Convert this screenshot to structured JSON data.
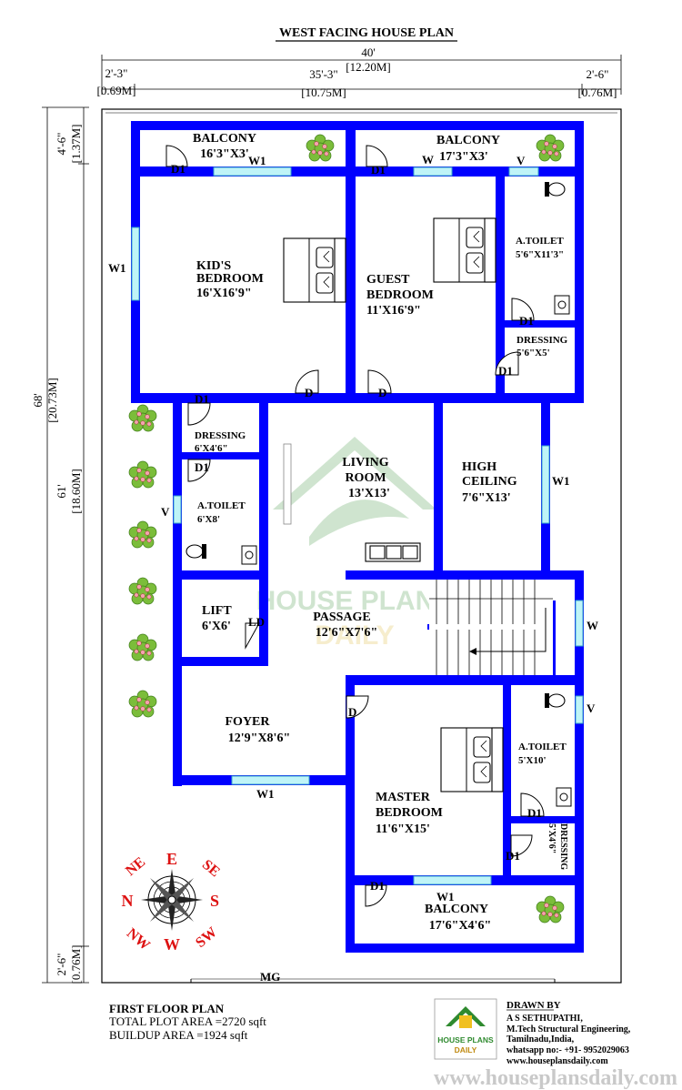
{
  "title": "WEST FACING HOUSE PLAN",
  "dims": {
    "overall_width": "40'",
    "overall_width_m": "[12.20M]",
    "left_offset": "2'-3\"",
    "left_offset_m": "[0.69M]",
    "inner_width": "35'-3\"",
    "inner_width_m": "[10.75M]",
    "right_offset": "2'-6\"",
    "right_offset_m": "[0.76M]",
    "overall_depth": "68'",
    "overall_depth_m": "[20.73M]",
    "top_offset": "4'-6\"",
    "top_offset_m": "[1.37M]",
    "inner_depth": "61'",
    "inner_depth_m": "[18.60M]",
    "bottom_offset": "2'-6\"",
    "bottom_offset_m": "[0.76M]"
  },
  "rooms": {
    "balcony1_name": "BALCONY",
    "balcony1_size": "16'3\"X3'",
    "balcony2_name": "BALCONY",
    "balcony2_size": "17'3\"X3'",
    "kids_name1": "KID'S",
    "kids_name2": "BEDROOM",
    "kids_size": "16'X16'9\"",
    "guest_name1": "GUEST",
    "guest_name2": "BEDROOM",
    "guest_size": "11'X16'9\"",
    "atoilet1_name": "A.TOILET",
    "atoilet1_size": "5'6\"X11'3\"",
    "dressing1_name": "DRESSING",
    "dressing1_size": "5'6\"X5'",
    "dressing2_name": "DRESSING",
    "dressing2_size": "6'X4'6\"",
    "atoilet2_name": "A.TOILET",
    "atoilet2_size": "6'X8'",
    "living_name1": "LIVING",
    "living_name2": "ROOM",
    "living_size": "13'X13'",
    "high_name1": "HIGH",
    "high_name2": "CEILING",
    "high_size": "7'6\"X13'",
    "lift_name": "LIFT",
    "lift_size": "6'X6'",
    "passage_name": "PASSAGE",
    "passage_size": "12'6\"X7'6\"",
    "foyer_name": "FOYER",
    "foyer_size": "12'9\"X8'6\"",
    "master_name1": "MASTER",
    "master_name2": "BEDROOM",
    "master_size": "11'6\"X15'",
    "atoilet3_name": "A.TOILET",
    "atoilet3_size": "5'X10'",
    "dressing3_name": "DRESSING",
    "dressing3_size": "5'X4'6\"",
    "balcony3_name": "BALCONY",
    "balcony3_size": "17'6\"X4'6\""
  },
  "labels": {
    "d1": "D1",
    "d": "D",
    "w1": "W1",
    "w": "W",
    "v": "V",
    "ld": "LD",
    "mg": "MG"
  },
  "compass": {
    "n": "N",
    "e": "E",
    "s": "S",
    "w": "W",
    "ne": "NE",
    "se": "SE",
    "nw": "NW",
    "sw": "SW"
  },
  "watermark": {
    "line1": "HOUSE PLANS",
    "line2": "DAILY"
  },
  "footer": {
    "plan_name": "FIRST FLOOR PLAN",
    "plot_area": "TOTAL PLOT AREA =2720 sqft",
    "buildup_area": "BUILDUP AREA =1924 sqft",
    "logo_line1": "HOUSE PLANS",
    "logo_line2": "DAILY",
    "drawn_by": "DRAWN BY",
    "author": "A S SETHUPATHI,",
    "qualification": "M.Tech Structural Engineering,",
    "location": "Tamilnadu,India,",
    "whatsapp": "whatsapp no:- +91- 9952029063",
    "website": "www.houseplansdaily.com",
    "bottom_url": "www.houseplansdaily.com"
  },
  "colors": {
    "wall": "#0000ff",
    "window": "#bff4f7",
    "compass": "#dd1111"
  }
}
